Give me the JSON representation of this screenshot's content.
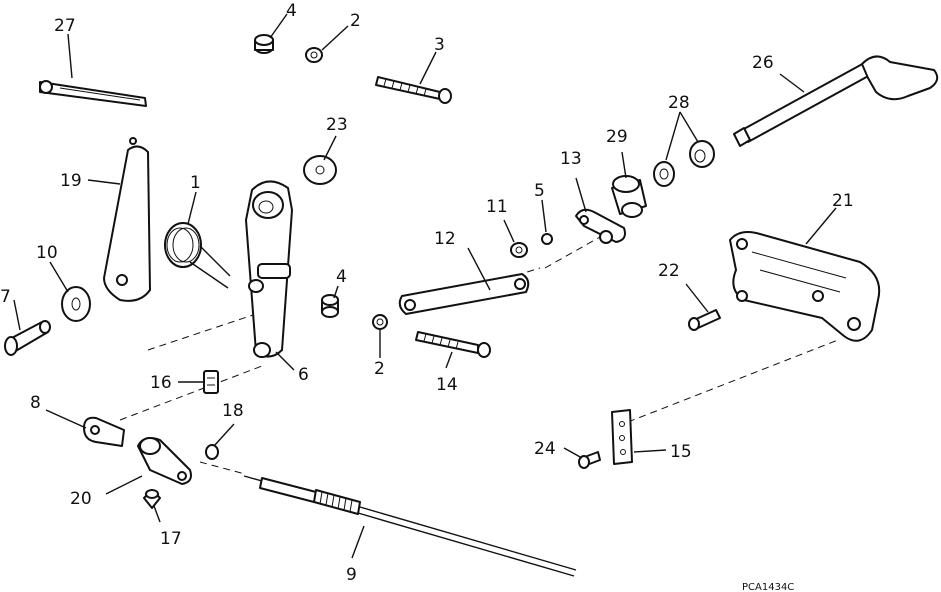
{
  "callouts": {
    "p1": "1",
    "p2a": "2",
    "p2b": "2",
    "p3": "3",
    "p4a": "4",
    "p4b": "4",
    "p5": "5",
    "p6": "6",
    "p7": "7",
    "p8": "8",
    "p9": "9",
    "p10": "10",
    "p11": "11",
    "p12": "12",
    "p13": "13",
    "p14": "14",
    "p15": "15",
    "p16": "16",
    "p17": "17",
    "p18": "18",
    "p19": "19",
    "p20": "20",
    "p21": "21",
    "p22": "22",
    "p23": "23",
    "p24": "24",
    "p26": "26",
    "p27": "27",
    "p28": "28",
    "p29": "29"
  },
  "figure_code": "PCA1434C"
}
